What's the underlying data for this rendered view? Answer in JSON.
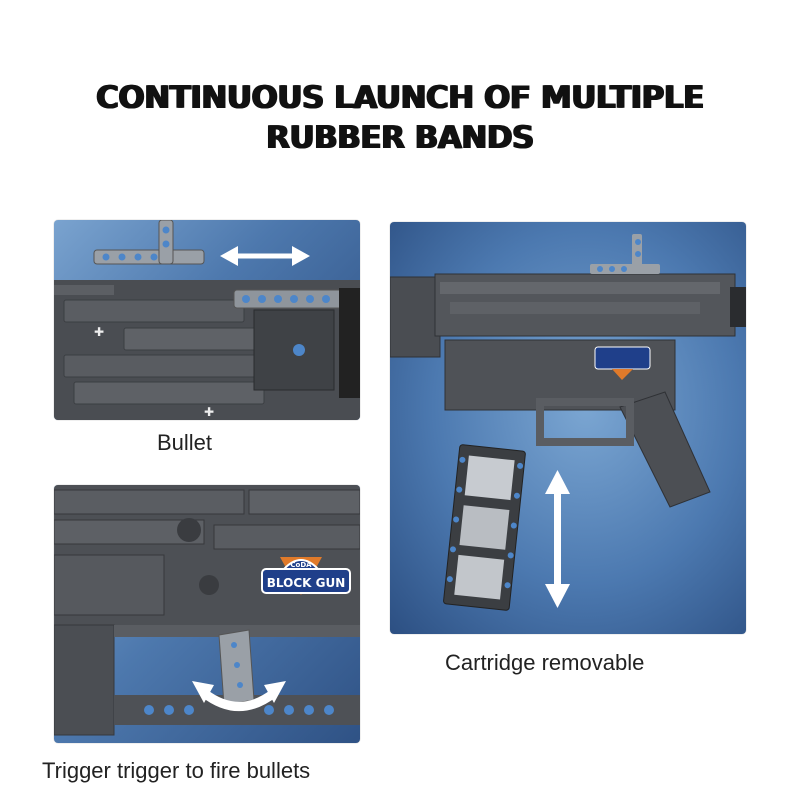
{
  "headline": {
    "line1": "CONTINUOUS LAUNCH OF MULTIPLE",
    "line2": "RUBBER BANDS"
  },
  "panels": [
    {
      "caption": "Bullet",
      "arrow": "double-horizontal"
    },
    {
      "caption": "Cartridge removable",
      "arrow": "double-vertical"
    },
    {
      "caption": "Trigger trigger to fire bullets",
      "arrow": "curved-double",
      "badge": {
        "top": "CoDA",
        "main": "BLOCK GUN"
      }
    }
  ],
  "colors": {
    "background": "#ffffff",
    "panel_blue": "#4d78ad",
    "brick_gray": "#55585c",
    "badge_blue": "#1f3f8a",
    "badge_orange": "#e07a2a"
  }
}
